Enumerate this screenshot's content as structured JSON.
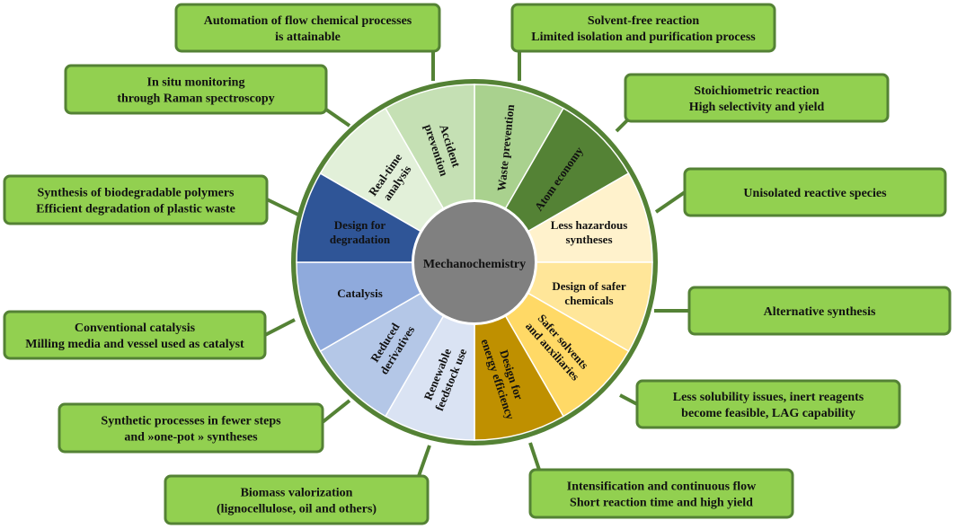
{
  "center_label": "Mechanochemistry",
  "sectors": [
    {
      "lines": [
        "Waste prevention"
      ],
      "color": "#a9d18e"
    },
    {
      "lines": [
        "Atom economy"
      ],
      "color": "#548235"
    },
    {
      "lines": [
        "Less hazardous",
        "syntheses"
      ],
      "color": "#fff2cc"
    },
    {
      "lines": [
        "Design of safer",
        "chemicals"
      ],
      "color": "#ffe699"
    },
    {
      "lines": [
        "Safer solvents",
        "and auxiliaries"
      ],
      "color": "#ffd966"
    },
    {
      "lines": [
        "Design for",
        "energy efficiency"
      ],
      "color": "#bf9000"
    },
    {
      "lines": [
        "Renewable",
        "feedstock use"
      ],
      "color": "#dae3f3"
    },
    {
      "lines": [
        "Reduced",
        "derivatives"
      ],
      "color": "#b4c7e7"
    },
    {
      "lines": [
        "Catalysis"
      ],
      "color": "#8faadc"
    },
    {
      "lines": [
        "Design for",
        "degradation"
      ],
      "color": "#2f5597"
    },
    {
      "lines": [
        "Real-time",
        "analysis"
      ],
      "color": "#e2f0d9"
    },
    {
      "lines": [
        "Accident",
        "prevention"
      ],
      "color": "#c5e0b4"
    }
  ],
  "callouts": [
    {
      "lines": [
        "Automation of flow chemical processes",
        "is attainable"
      ]
    },
    {
      "lines": [
        "Solvent-free reaction",
        "Limited isolation and purification process"
      ]
    },
    {
      "lines": [
        "In situ monitoring",
        "through Raman spectroscopy"
      ]
    },
    {
      "lines": [
        "Stoichiometric reaction",
        "High selectivity and yield"
      ]
    },
    {
      "lines": [
        "Synthesis of biodegradable polymers",
        "Efficient degradation of plastic waste"
      ]
    },
    {
      "lines": [
        "Unisolated reactive species"
      ]
    },
    {
      "lines": [
        "Alternative synthesis"
      ]
    },
    {
      "lines": [
        "Conventional catalysis",
        "Milling media and vessel used as catalyst"
      ]
    },
    {
      "lines": [
        "Less solubility issues, inert reagents",
        "become feasible, LAG capability"
      ]
    },
    {
      "lines": [
        "Synthetic processes in fewer steps",
        "and  »one-pot » syntheses"
      ]
    },
    {
      "lines": [
        "Intensification and continuous flow",
        "Short reaction time and high yield"
      ]
    },
    {
      "lines": [
        "Biomass valorization",
        "(lignocellulose, oil and others)"
      ]
    }
  ],
  "colors": {
    "ring": "#548235",
    "callout_fill": "#92d050",
    "callout_border": "#548235",
    "hub": "#808080"
  }
}
